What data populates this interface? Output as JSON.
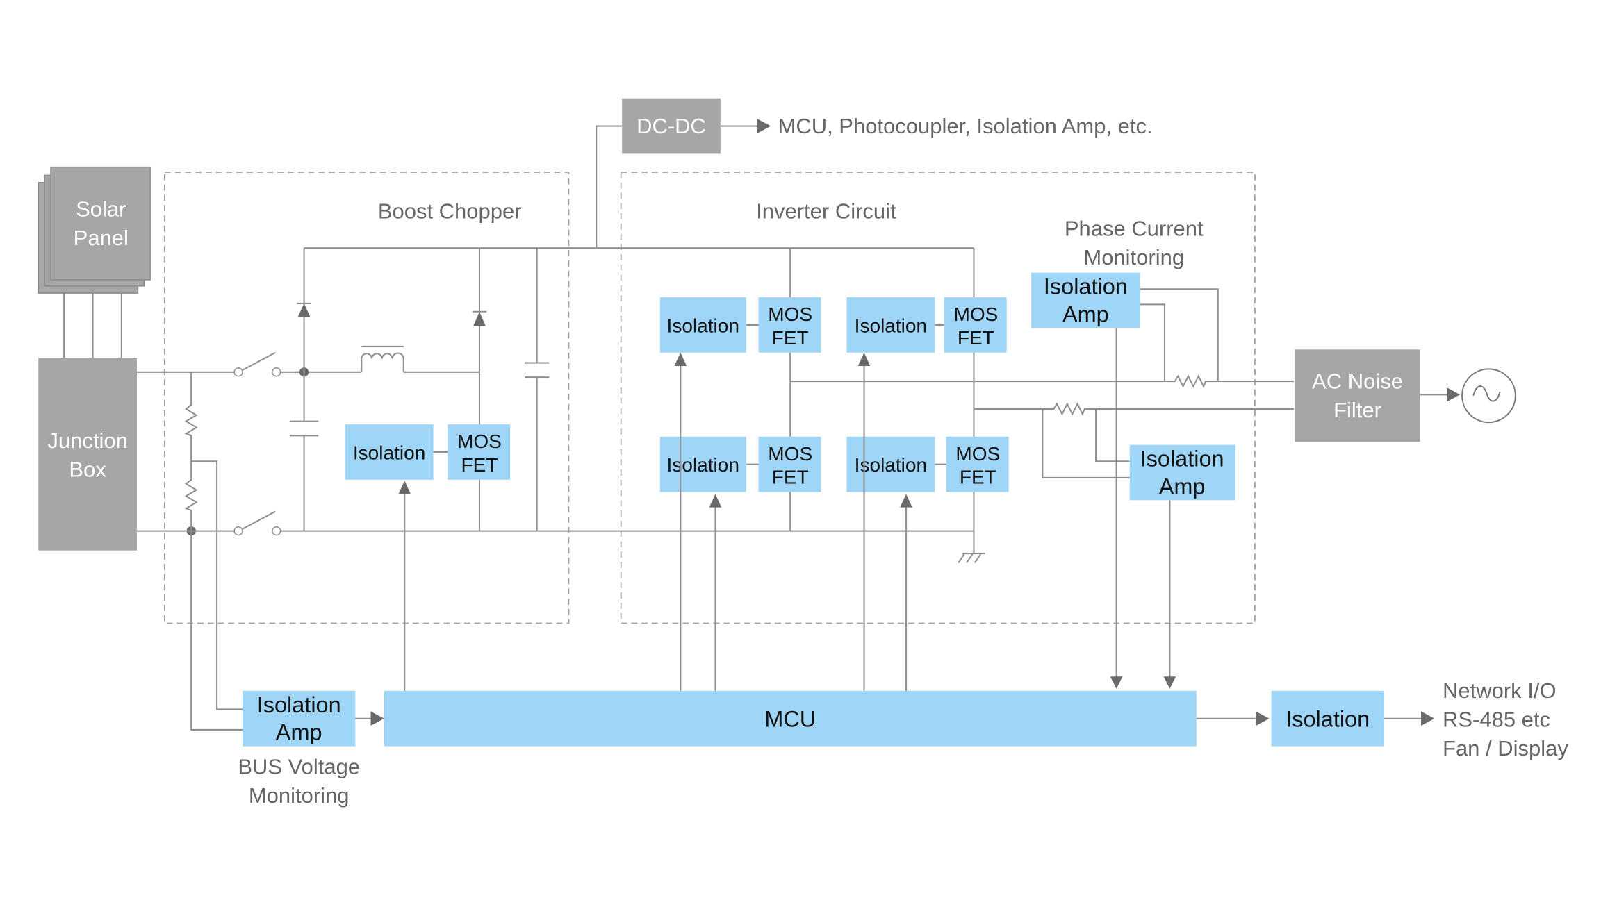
{
  "blocks": {
    "solar_panel": [
      "Solar",
      "Panel"
    ],
    "junction_box": [
      "Junction",
      "Box"
    ],
    "dc_dc": "DC-DC",
    "dc_dc_output": "MCU, Photocoupler, Isolation Amp, etc.",
    "boost_chopper": "Boost Chopper",
    "inverter_circuit": "Inverter Circuit",
    "isolation": "Isolation",
    "mosfet": [
      "MOS",
      "FET"
    ],
    "isolation_amp": [
      "Isolation",
      "Amp"
    ],
    "phase_current_monitoring": [
      "Phase Current",
      "Monitoring"
    ],
    "bus_voltage_monitoring": [
      "BUS Voltage",
      "Monitoring"
    ],
    "ac_noise_filter": [
      "AC Noise",
      "Filter"
    ],
    "mcu": "MCU",
    "outputs": [
      "Network I/O",
      "RS-485 etc",
      "Fan / Display"
    ]
  },
  "colors": {
    "gray_block": "#a6a6a6",
    "blue_block": "#9fd6f7",
    "wire": "#8f8f8f"
  }
}
